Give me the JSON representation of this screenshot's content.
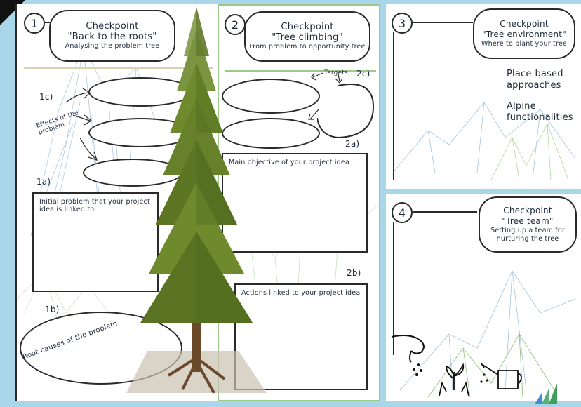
{
  "checkpoint1": {
    "number": "1",
    "title": "Checkpoint",
    "subtitle": "\"Back to the roots\"",
    "caption": "Analysing the problem tree",
    "label_1c": "1c)",
    "effects_label": "Effects of the problem",
    "label_1a": "1a)",
    "initial_problem_text": "Initial problem that your project idea is linked to:",
    "label_1b": "1b)",
    "root_causes_text": "Root causes of the problem"
  },
  "checkpoint2": {
    "number": "2",
    "title": "Checkpoint",
    "subtitle": "\"Tree climbing\"",
    "caption": "From problem to opportunity tree",
    "targets_label": "Targets",
    "label_2c": "2c)",
    "label_2a": "2a)",
    "main_objective_text": "Main objective of your project idea",
    "label_2b": "2b)",
    "actions_text": "Actions linked to your project idea"
  },
  "checkpoint3": {
    "number": "3",
    "title": "Checkpoint",
    "subtitle": "\"Tree environment\"",
    "caption": "Where to plant your tree",
    "item1": "Place-based approaches",
    "item2": "Alpine functionalities"
  },
  "checkpoint4": {
    "number": "4",
    "title": "Checkpoint",
    "subtitle": "\"Tree team\"",
    "caption": "Setting up a team for nurturing the tree"
  },
  "icons": [
    "seed-hand-icon",
    "sprout-hands-icon",
    "watering-can-icon",
    "logo-icon"
  ],
  "colors": {
    "background": "#a9d6e8",
    "panel2_border": "#9cc98a",
    "tree_green": "#6e8a2c",
    "trunk": "#6b4a2b"
  }
}
